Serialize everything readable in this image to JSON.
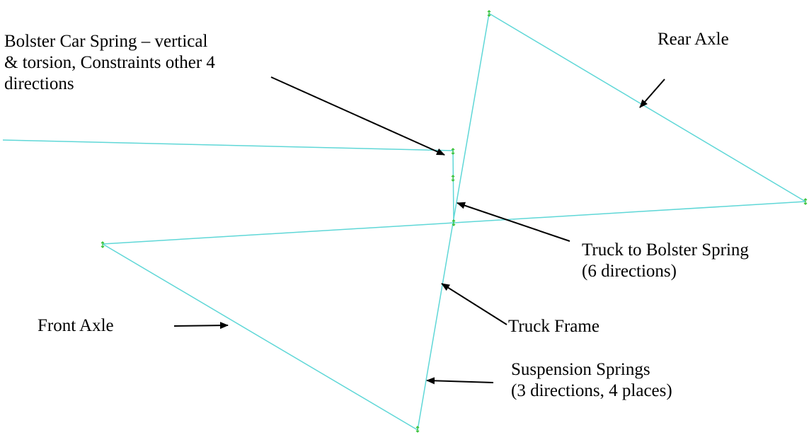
{
  "colors": {
    "member": "#5fd7d7",
    "node": "#39c239",
    "arrow": "#000000",
    "text": "#000000"
  },
  "labels": {
    "bolster_car_spring": {
      "line1": "Bolster Car Spring – vertical",
      "line2": "& torsion, Constraints other 4",
      "line3": "directions"
    },
    "rear_axle": "Rear Axle",
    "truck_to_bolster": {
      "line1": "Truck to Bolster Spring",
      "line2": "(6 directions)"
    },
    "front_axle": "Front Axle",
    "truck_frame": "Truck Frame",
    "suspension_springs": {
      "line1": "Suspension Springs",
      "line2": "(3 directions, 4 places)"
    }
  }
}
